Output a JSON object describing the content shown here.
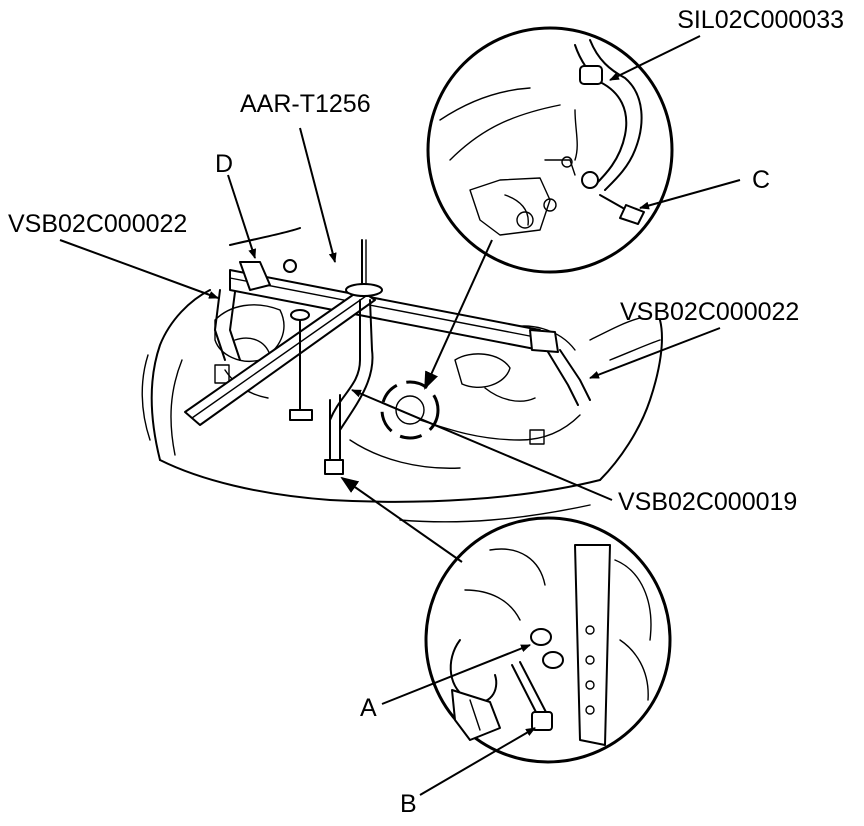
{
  "labels": {
    "sil_hose": "SIL02C000033",
    "tool": "AAR-T1256",
    "part_d": "D",
    "vsb_left": "VSB02C000022",
    "vsb_right": "VSB02C000022",
    "part_c": "C",
    "vsb_bottom": "VSB02C000019",
    "part_a": "A",
    "part_b": "B"
  },
  "colors": {
    "ink": "#000000",
    "paper": "#ffffff"
  }
}
